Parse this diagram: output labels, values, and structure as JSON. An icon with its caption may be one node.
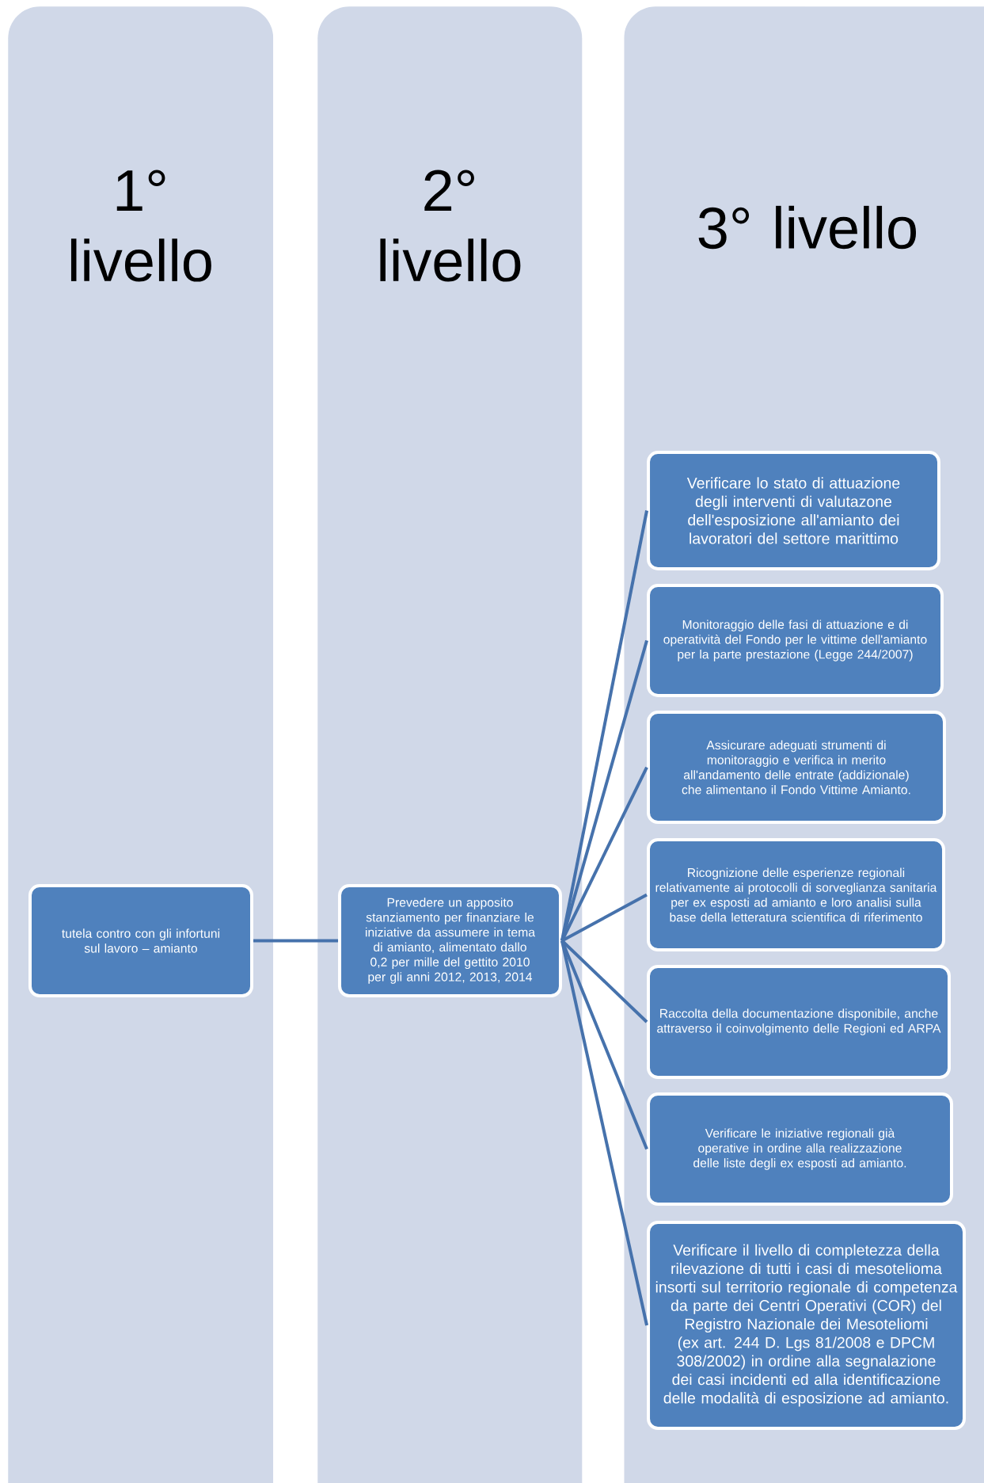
{
  "diagram": {
    "nodes": [
      {
        "text": [
          "1° livello"
        ]
      },
      {
        "text": [
          "2° livello"
        ]
      },
      {
        "text": [
          "3° livello"
        ]
      },
      {
        "text": [
          "tutela contro con gli infortuni sul lavoro – amianto"
        ],
        "in": 0
      },
      {
        "text": [
          "Prevedere un apposito stanziamento per finanziare le iniziative da assumere in tema di amianto, alimentato dallo 0,2 per mille del gettito 2010 per gli anni 2012, 2013, 2014"
        ],
        "in": 1
      },
      {
        "text": [
          "Verificare lo stato di attuazione degli interventi di valutazone dell'esposizione all'amianto dei lavoratori del settore marittimo"
        ],
        "in": 2
      },
      {
        "text": [
          "Monitoraggio delle fasi di attuazione e di operatività del Fondo per le vittime dell'amianto per la parte prestazione (Legge 244/2007)"
        ],
        "in": 2
      },
      {
        "text": [
          "Assicurare adeguati strumenti di monitoraggio e verifica in merito all'andamento delle entrate (addizionale) che alimentano il Fondo Vittime Amianto."
        ],
        "in": 2
      },
      {
        "text": [
          "Ricognizione delle esperienze regionali relativamente ai protocolli di sorveglianza sanitaria per ex esposti ad amianto e loro analisi sulla base della letteratura scientifica di riferimento"
        ],
        "in": 2
      },
      {
        "text": [
          "Raccolta della documentazione disponibile, anche attraverso il coinvolgimento delle Regioni ed ARPA"
        ],
        "in": 2
      },
      {
        "text": [
          "Verificare le iniziative regionali già operative in ordine alla realizzazione delle liste degli ex esposti ad amianto."
        ],
        "in": 2
      },
      {
        "text": [
          "Verificare il livello di completezza della rilevazione di tutti i casi di mesotelioma insorti sul territorio regionale di competenza da parte dei Centri Operativi (COR) del Registro Nazionale dei Mesoteliomi (ex art. 244 D. Lgs 81/2008 e DPCM 308/2002) in ordine alla segnalazione dei casi incidenti ed alla identificazione delle modalità di esposizione ad amianto."
        ],
        "in": 2
      }
    ],
    "edges": [
      {
        "from": 3,
        "to": 4,
        "arrow": "none"
      },
      {
        "from": 4,
        "to": 5,
        "arrow": "none"
      },
      {
        "from": 4,
        "to": 6,
        "arrow": "none"
      },
      {
        "from": 4,
        "to": 7,
        "arrow": "none"
      },
      {
        "from": 4,
        "to": 8,
        "arrow": "none"
      },
      {
        "from": 4,
        "to": 9,
        "arrow": "none"
      },
      {
        "from": 4,
        "to": 10,
        "arrow": "none"
      },
      {
        "from": 4,
        "to": 11,
        "arrow": "none"
      }
    ]
  }
}
